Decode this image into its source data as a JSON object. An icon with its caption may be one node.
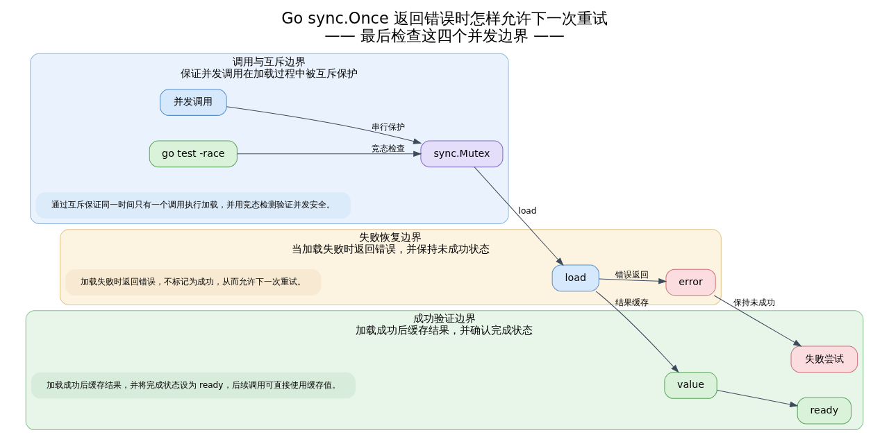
{
  "diagram": {
    "title": "Go sync.Once 返回错误时怎样允许下一次重试",
    "caption": "—— 最后检查这四个并发边界 ——",
    "nodes": [
      {
        "text": [
          "调用与互斥边界",
          "保证并发调用在加载过程中被互斥保护"
        ]
      },
      {
        "text": [
          "并发调用"
        ],
        "in": 0
      },
      {
        "text": [
          "sync.Mutex"
        ],
        "in": 0
      },
      {
        "text": [
          "go test -race"
        ],
        "in": 0
      },
      {
        "text": [
          "通过互斥保证同一时间只有一个调用执行加载，并用竞态检测验证并发安全。"
        ],
        "in": 0
      },
      {
        "text": [
          "失败恢复边界",
          "当加载失败时返回错误，并保持未成功状态"
        ]
      },
      {
        "text": [
          "load"
        ],
        "in": 5
      },
      {
        "text": [
          "error"
        ],
        "in": 5
      },
      {
        "text": [
          "加载失败时返回错误，不标记为成功，从而允许下一次重试。"
        ],
        "in": 5
      },
      {
        "text": [
          "成功验证边界",
          "加载成功后缓存结果，并确认完成状态"
        ]
      },
      {
        "text": [
          "失败尝试"
        ],
        "in": 9
      },
      {
        "text": [
          "value"
        ],
        "in": 9
      },
      {
        "text": [
          "ready"
        ],
        "in": 9
      },
      {
        "text": [
          "加载成功后缓存结果，并将完成状态设为 ready，后续调用可直接使用缓存值。"
        ],
        "in": 9
      }
    ],
    "edges": [
      {
        "from": 1,
        "to": 2,
        "arrow": "to",
        "label": "串行保护"
      },
      {
        "from": 3,
        "to": 2,
        "arrow": "to",
        "label": "竞态检查"
      },
      {
        "from": 2,
        "to": 6,
        "arrow": "to",
        "label": "load"
      },
      {
        "from": 6,
        "to": 7,
        "arrow": "to",
        "label": "错误返回"
      },
      {
        "from": 7,
        "to": 10,
        "arrow": "to",
        "label": "保持未成功"
      },
      {
        "from": 6,
        "to": 11,
        "arrow": "to",
        "label": "结果缓存"
      },
      {
        "from": 11,
        "to": 12,
        "arrow": "to"
      }
    ]
  }
}
